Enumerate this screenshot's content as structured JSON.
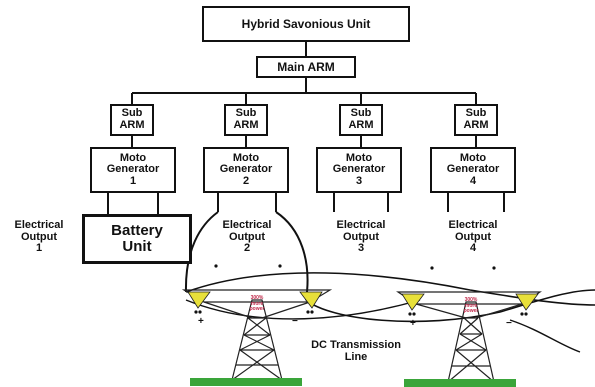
{
  "title": "Hybrid  Savonious Unit",
  "main_arm": "Main ARM",
  "sub_arms": [
    {
      "line1": "Sub",
      "line2": "ARM"
    },
    {
      "line1": "Sub",
      "line2": "ARM"
    },
    {
      "line1": "Sub",
      "line2": "ARM"
    },
    {
      "line1": "Sub",
      "line2": "ARM"
    }
  ],
  "moto_generators": [
    {
      "line1": "Moto",
      "line2": "Generator",
      "num": "1"
    },
    {
      "line1": "Moto",
      "line2": "Generator",
      "num": "2"
    },
    {
      "line1": "Moto",
      "line2": "Generator",
      "num": "3"
    },
    {
      "line1": "Moto",
      "line2": "Generator",
      "num": "4"
    }
  ],
  "battery": {
    "line1": "Battery",
    "line2": "Unit"
  },
  "outputs": [
    {
      "line1": "Electrical",
      "line2": "Output",
      "num": "1"
    },
    {
      "line1": "Electrical",
      "line2": "Output",
      "num": "2"
    },
    {
      "line1": "Electrical",
      "line2": "Output",
      "num": "3"
    },
    {
      "line1": "Electrical",
      "line2": "Output",
      "num": "4"
    }
  ],
  "transmission": {
    "line1": "DC Transmission",
    "line2": "Line"
  },
  "towers": [
    {
      "text1": "300%",
      "text2": "more",
      "text3": "power"
    },
    {
      "text1": "300%",
      "text2": "more",
      "text3": "power"
    }
  ],
  "signs": {
    "plus": "+",
    "minus": "−"
  },
  "colors": {
    "accent_yellow": "#e8e03a",
    "ground_green": "#3aa53a",
    "tower_text": "#c0294a",
    "line": "#111111"
  }
}
